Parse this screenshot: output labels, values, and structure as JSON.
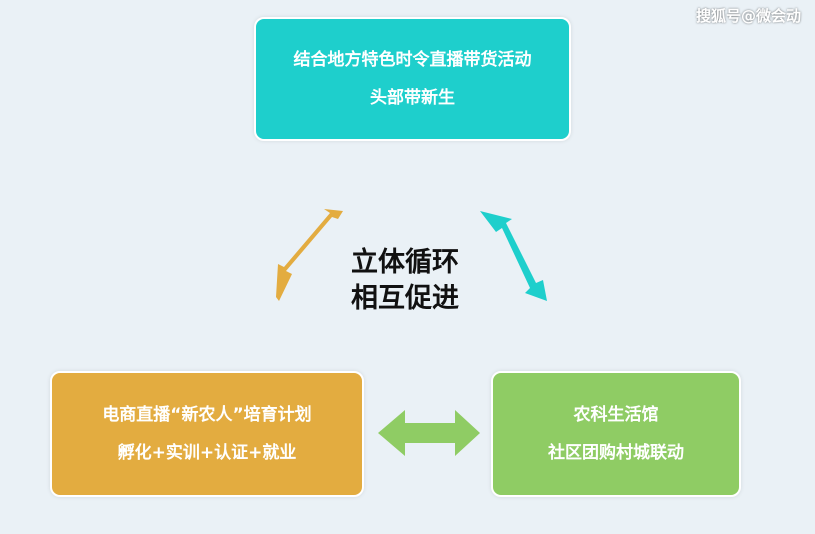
{
  "watermark": "搜狐号@微会动",
  "colors": {
    "background": "#eaf1f6",
    "top_box": "#1ecfcc",
    "left_box": "#e3ac40",
    "right_box": "#8fcc64",
    "left_arrow": "#e3ac40",
    "right_arrow": "#1ecfcc",
    "bottom_arrow": "#8fcc64"
  },
  "top_box": {
    "line1": "结合地方特色时令直播带货活动",
    "line2": "头部带新生"
  },
  "center": {
    "line1": "立体循环",
    "line2": "相互促进"
  },
  "left_box": {
    "line1": "电商直播“新农人”培育计划",
    "line2": "孵化+实训+认证+就业"
  },
  "right_box": {
    "line1": "农科生活馆",
    "line2": "社区团购村城联动"
  },
  "arrows": [
    {
      "id": "arrow-left-diagonal",
      "color_key": "left_arrow"
    },
    {
      "id": "arrow-right-diagonal",
      "color_key": "right_arrow"
    },
    {
      "id": "arrow-bottom-horizontal",
      "color_key": "bottom_arrow"
    }
  ]
}
